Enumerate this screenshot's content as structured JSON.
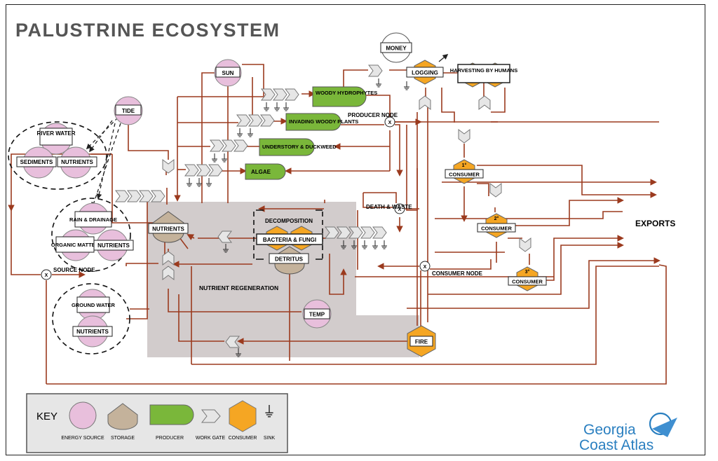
{
  "title": "PALUSTRINE ECOSYSTEM",
  "colors": {
    "flow": "#9b3a1e",
    "energy_source": "#e8bfdc",
    "storage": "#c4b29b",
    "producer": "#7ab73a",
    "consumer": "#f5a623",
    "gate": "#e6e6e6",
    "regen_area": "#d2cccc"
  },
  "sources": {
    "sun": "SUN",
    "tide": "TIDE",
    "money": "MONEY",
    "river_water": "RIVER WATER",
    "sediments": "SEDIMENTS",
    "nutrients_river": "NUTRIENTS",
    "rain": "RAIN & DRAINAGE",
    "organic_matter": "ORGANIC MATTER",
    "nutrients_rain": "NUTRIENTS",
    "ground_water": "GROUND WATER",
    "nutrients_ground": "NUTRIENTS",
    "temp": "TEMP"
  },
  "producers": {
    "woody_hydrophytes": "WOODY HYDROPHYTES",
    "invading_woody": "INVADING WOODY PLANTS",
    "understory": "UNDERSTORY & DUCKWEED",
    "algae": "ALGAE"
  },
  "storages": {
    "nutrients": "NUTRIENTS",
    "detritus": "DETRITUS"
  },
  "consumers": {
    "logging": "LOGGING",
    "harvesting": "HARVESTING BY HUMANS",
    "c1": "CONSUMER",
    "c2": "CONSUMER",
    "c3": "CONSUMER",
    "c1_level": "1°",
    "c2_level": "2°",
    "c3_level": "3°",
    "bacteria": "BACTERIA & FUNGI",
    "fire": "FIRE"
  },
  "labels": {
    "producer_node": "PRODUCER NODE",
    "death_waste": "DEATH & WASTE",
    "consumer_node": "CONSUMER NODE",
    "source_node": "SOURCE NODE",
    "decomposition": "DECOMPOSITION",
    "nutrient_regeneration": "NUTRIENT REGENERATION",
    "exports": "EXPORTS",
    "node_mark": "X"
  },
  "key": {
    "title": "KEY",
    "energy_source": "ENERGY SOURCE",
    "storage": "STORAGE",
    "producer": "PRODUCER",
    "work_gate": "WORK GATE",
    "consumer": "CONSUMER",
    "sink": "SINK"
  },
  "logo": {
    "line1": "Georgia",
    "line2": "Coast Atlas"
  }
}
